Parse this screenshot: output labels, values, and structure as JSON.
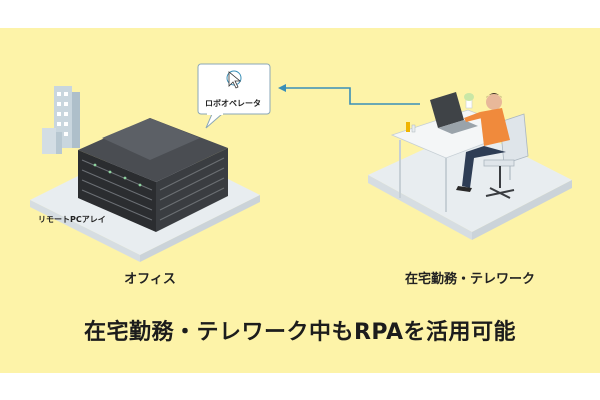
{
  "labels": {
    "office": "オフィス",
    "remote_work": "在宅勤務・テレワーク",
    "pc_array": "リモートPCアレイ",
    "robot_operator": "ロボオペレータ"
  },
  "caption": "在宅勤務・テレワーク中もRPAを活用可能",
  "colors": {
    "background": "#fdf3a8",
    "platform": "#eef2f4",
    "arrow": "#3a8fb7",
    "person_shirt": "#f08a3c",
    "server_dark": "#2b2d30"
  },
  "icons": [
    "building-icon",
    "server-rack-icon",
    "robot-cursor-icon",
    "person-at-desk-icon",
    "laptop-icon",
    "office-chair-icon",
    "plant-icon"
  ]
}
